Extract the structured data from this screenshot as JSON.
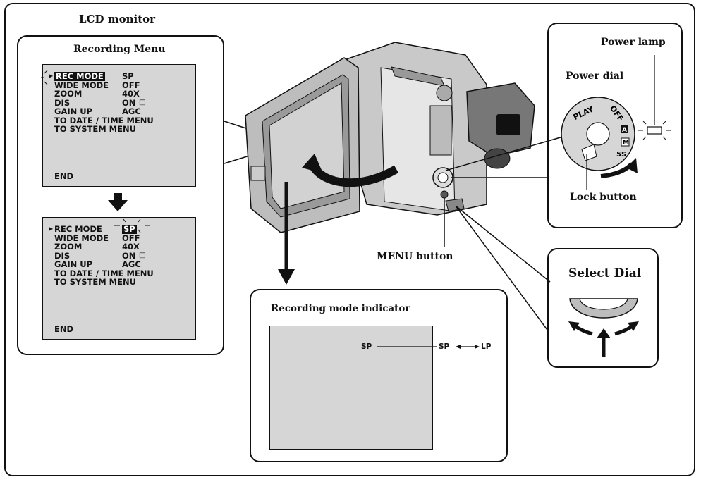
{
  "lcd_title": "LCD monitor",
  "recording_menu": {
    "title": "Recording Menu",
    "items": [
      {
        "label": "REC MODE",
        "value": "SP"
      },
      {
        "label": "WIDE MODE",
        "value": "OFF"
      },
      {
        "label": "ZOOM",
        "value": "40X"
      },
      {
        "label": "DIS",
        "value": "ON"
      },
      {
        "label": "GAIN UP",
        "value": "AGC"
      },
      {
        "label": "TO DATE / TIME MENU",
        "value": ""
      },
      {
        "label": "TO SYSTEM MENU",
        "value": ""
      }
    ],
    "end_label": "END"
  },
  "recording_mode_indicator": {
    "title": "Recording mode indicator",
    "current": "SP",
    "toggle_from": "SP",
    "toggle_to": "LP"
  },
  "power_dial_panel": {
    "power_lamp_label": "Power lamp",
    "power_dial_label": "Power dial",
    "lock_button_label": "Lock button",
    "dial_positions": [
      "PLAY",
      "OFF",
      "A",
      "M",
      "5S"
    ]
  },
  "menu_button_label": "MENU button",
  "select_dial_label": "Select Dial"
}
